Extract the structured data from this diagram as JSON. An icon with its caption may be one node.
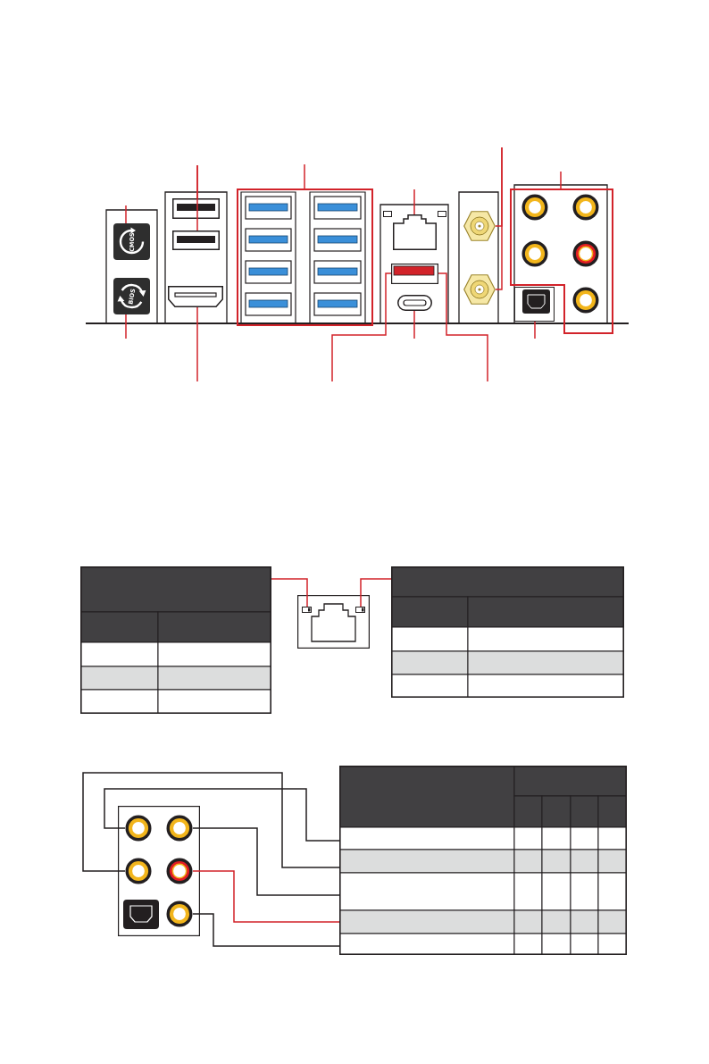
{
  "diagram": {
    "nodes": [
      {
        "text": [
          "CMOS"
        ]
      },
      {
        "text": [
          "BIOS"
        ]
      },
      {
        "text": [],
        "shape": "box"
      },
      {
        "text": [],
        "shape": "box"
      },
      {
        "text": [],
        "shape": "box"
      },
      {
        "text": [],
        "shape": "box"
      },
      {
        "text": [],
        "shape": "box"
      },
      {
        "text": [],
        "shape": "box"
      },
      {
        "text": [],
        "shape": "box"
      },
      {
        "text": [],
        "shape": "hexagon"
      },
      {
        "text": [],
        "shape": "hexagon"
      },
      {
        "text": [],
        "shape": "box"
      },
      {
        "text": [],
        "shape": "box"
      },
      {
        "text": [],
        "shape": "table"
      },
      {
        "text": [],
        "shape": "box"
      },
      {
        "text": [],
        "shape": "box"
      },
      {
        "text": [],
        "shape": "table"
      },
      {
        "text": [],
        "shape": "circle"
      },
      {
        "text": [],
        "shape": "circle"
      },
      {
        "text": [],
        "shape": "circle"
      },
      {
        "text": [],
        "shape": "circle"
      },
      {
        "text": [],
        "shape": "circle"
      },
      {
        "text": [],
        "shape": "table"
      }
    ],
    "edges": [
      {
        "from": null,
        "to": 0,
        "arrow": "none"
      },
      {
        "from": null,
        "to": 1,
        "arrow": "none"
      },
      {
        "from": null,
        "to": 2,
        "arrow": "none"
      },
      {
        "from": null,
        "to": 3,
        "arrow": "none"
      },
      {
        "from": null,
        "to": 4,
        "arrow": "none"
      },
      {
        "from": null,
        "to": 5,
        "arrow": "none"
      },
      {
        "from": null,
        "to": 6,
        "arrow": "none"
      },
      {
        "from": null,
        "to": 7,
        "arrow": "none"
      },
      {
        "from": null,
        "to": 7,
        "arrow": "none"
      },
      {
        "from": null,
        "to": 8,
        "arrow": "none"
      },
      {
        "from": null,
        "to": 9,
        "arrow": "none"
      },
      {
        "from": null,
        "to": 10,
        "arrow": "none"
      },
      {
        "from": null,
        "to": 11,
        "arrow": "none"
      },
      {
        "from": null,
        "to": 12,
        "arrow": "none"
      },
      {
        "from": 13,
        "to": 14,
        "arrow": "none"
      },
      {
        "from": 16,
        "to": 15,
        "arrow": "none"
      },
      {
        "from": 17,
        "to": 22,
        "arrow": "none",
        "color": "#231f20"
      },
      {
        "from": 18,
        "to": 22,
        "arrow": "none",
        "color": "#231f20"
      },
      {
        "from": 19,
        "to": 22,
        "arrow": "none",
        "color": "#231f20"
      },
      {
        "from": 20,
        "to": 22,
        "arrow": "none"
      },
      {
        "from": 21,
        "to": 22,
        "arrow": "none",
        "color": "#231f20"
      }
    ]
  }
}
